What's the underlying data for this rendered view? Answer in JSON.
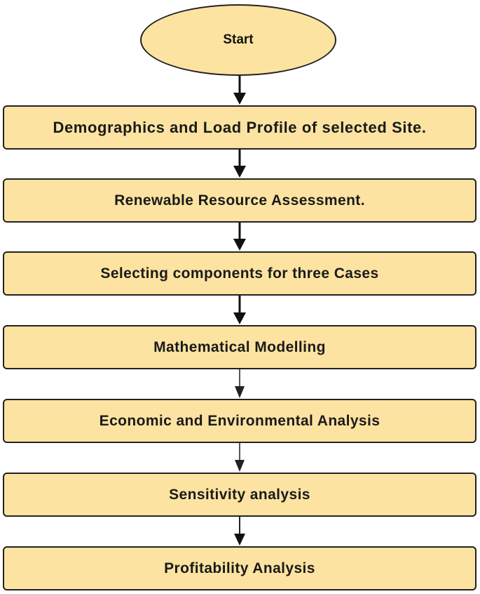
{
  "colors": {
    "box_fill": "#fde3a1",
    "border": "#222222",
    "arrow": "#111111",
    "background": "#ffffff"
  },
  "flowchart": {
    "start_label": "Start",
    "steps": [
      "Demographics and Load Profile of selected Site.",
      "Renewable Resource Assessment.",
      "Selecting components for three Cases",
      "Mathematical Modelling",
      "Economic and Environmental Analysis",
      "Sensitivity analysis",
      "Profitability Analysis"
    ]
  }
}
